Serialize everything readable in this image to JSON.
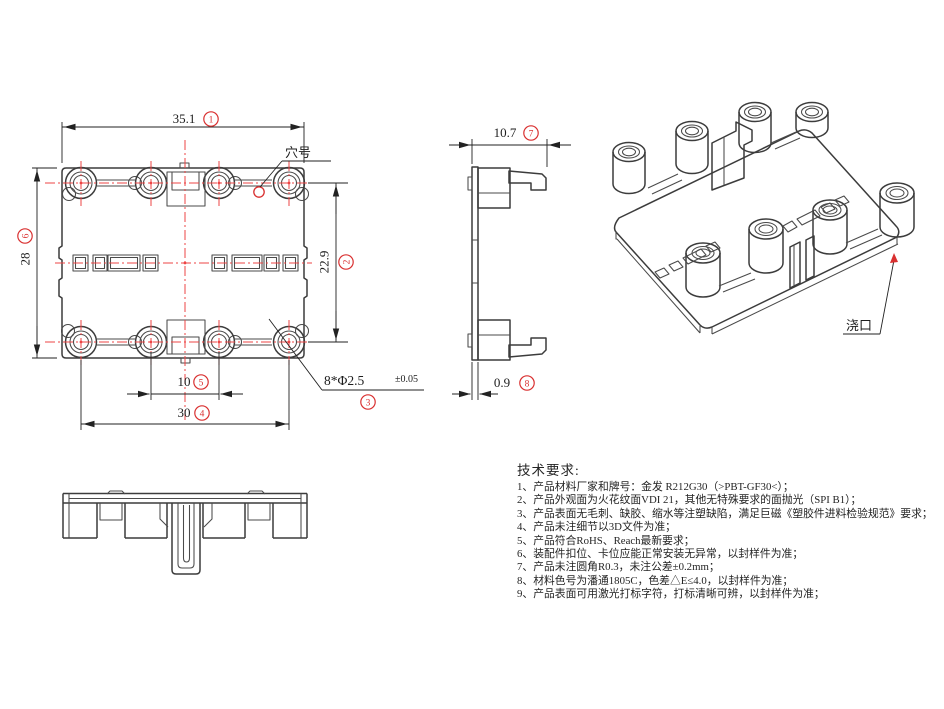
{
  "labels": {
    "hole_no": "穴号",
    "gate": "浇口"
  },
  "dims": {
    "width_top": "35.1",
    "height_left": "28",
    "height_right": "22.9",
    "bottom_inner": "10",
    "bottom_outer": "30",
    "hole_callout": "8*Φ2.5",
    "hole_tol": "±0.05",
    "side_width": "10.7",
    "side_thickness": "0.9"
  },
  "balloons": {
    "b1": "1",
    "b2": "2",
    "b3": "3",
    "b4": "4",
    "b5": "5",
    "b6": "6",
    "b7": "7",
    "b8": "8"
  },
  "tech_requirements": {
    "title": "技术要求:",
    "items": [
      "1、产品材料厂家和牌号：金发 R212G30（>PBT-GF30<）；",
      "2、产品外观面为火花纹面VDI 21，其他无特殊要求的面抛光（SPI B1）；",
      "3、产品表面无毛刺、缺胶、缩水等注塑缺陷，满足巨磁《塑胶件进料检验规范》要求；",
      "4、产品未注细节以3D文件为准；",
      "5、产品符合RoHS、Reach最新要求；",
      "6、装配件扣位、卡位应能正常安装无异常，以封样件为准；",
      "7、产品未注圆角R0.3，未注公差±0.2mm；",
      "8、材料色号为潘通1805C，色差△E≤4.0，以封样件为准；",
      "9、产品表面可用激光打标字符，打标清晰可辨，以封样件为准；"
    ]
  },
  "colors": {
    "line": "#3c3c3c",
    "centerline": "#e84444",
    "balloon": "#d93030"
  }
}
